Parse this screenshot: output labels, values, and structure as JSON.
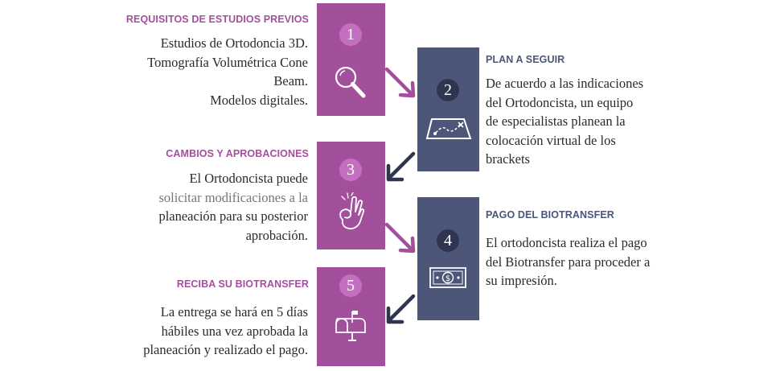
{
  "steps": [
    {
      "number": "1",
      "title": "REQUISITOS DE ESTUDIOS PREVIOS",
      "lines": [
        "Estudios de Ortodoncia 3D.",
        "Tomografía Volumétrica Cone",
        "Beam.",
        "Modelos digitales."
      ],
      "icon": "magnifier-icon"
    },
    {
      "number": "2",
      "title": "PLAN A SEGUIR",
      "lines": [
        "De acuerdo a las indicaciones",
        "del Ortodoncista, un equipo",
        "de especialistas planean la",
        "colocación virtual de los",
        "brackets"
      ],
      "icon": "map-route-icon"
    },
    {
      "number": "3",
      "title": "CAMBIOS Y APROBACIONES",
      "lines": [
        "El Ortodoncista puede",
        "solicitar modificaciones a la",
        "planeación para su posterior",
        "aprobación."
      ],
      "icon": "ok-hand-icon"
    },
    {
      "number": "4",
      "title": "PAGO DEL BIOTRANSFER",
      "lines": [
        "El ortodoncista realiza el pago",
        "del Biotransfer para proceder a",
        "su impresión."
      ],
      "icon": "banknote-icon"
    },
    {
      "number": "5",
      "title": "RECIBA SU BIOTRANSFER",
      "lines": [
        "La entrega se hará en 5 días",
        "hábiles una vez aprobada la",
        "planeación y realizado el pago."
      ],
      "icon": "mailbox-icon"
    }
  ],
  "colors": {
    "purple": "#a3509c",
    "slate": "#4b5678",
    "purple_circle": "#c56fc0",
    "slate_circle": "#2f3550"
  }
}
